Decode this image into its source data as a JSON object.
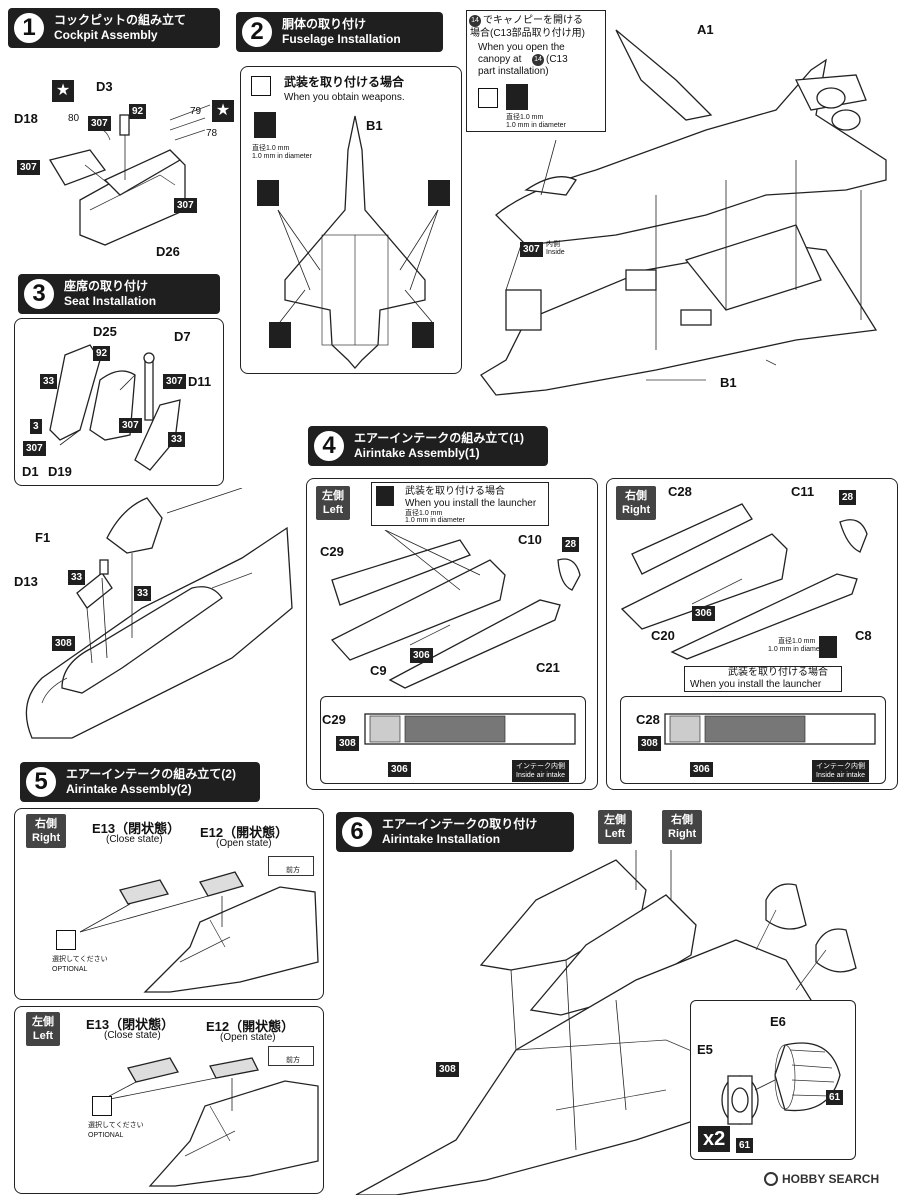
{
  "steps": {
    "s1": {
      "num": "1",
      "jp": "コックピットの組み立て",
      "en": "Cockpit Assembly"
    },
    "s2": {
      "num": "2",
      "jp": "胴体の取り付け",
      "en": "Fuselage Installation"
    },
    "s3": {
      "num": "3",
      "jp": "座席の取り付け",
      "en": "Seat Installation"
    },
    "s4": {
      "num": "4",
      "jp": "エアーインテークの組み立て(1)",
      "en": "Airintake Assembly(1)"
    },
    "s5": {
      "num": "5",
      "jp": "エアーインテークの組み立て(2)",
      "en": "Airintake Assembly(2)"
    },
    "s6": {
      "num": "6",
      "jp": "エアーインテークの取り付け",
      "en": "Airintake Installation"
    }
  },
  "s1": {
    "parts": {
      "d3": "D3",
      "d18": "D18",
      "d26": "D26"
    },
    "decals": {
      "n80": "80",
      "n79": "79",
      "n78": "78"
    },
    "paints": {
      "c92": "92",
      "c307a": "307",
      "c307b": "307",
      "c307c": "307"
    }
  },
  "s2": {
    "weapons_jp": "武装を取り付ける場合",
    "weapons_en": "When you obtain weapons.",
    "drill_jp": "直径1.0 mm",
    "drill_en": "1.0 mm in diameter",
    "part_b1": "B1"
  },
  "canopy": {
    "num": "14",
    "jp1": "でキャノピーを開ける",
    "jp2": "場合(C13部品取り付け用)",
    "en1": "When you open the",
    "en2a": "canopy at",
    "en2b": "(C13",
    "en3": "part installation)",
    "drill_jp": "直径1.0 mm",
    "drill_en": "1.0 mm in diameter"
  },
  "fuselage": {
    "a1": "A1",
    "b1": "B1",
    "paint": "307",
    "inside_jp": "内側",
    "inside_en": "Inside"
  },
  "s3": {
    "parts": {
      "d25": "D25",
      "d7": "D7",
      "d11": "D11",
      "d1": "D1",
      "d19": "D19"
    },
    "paints": {
      "c33a": "33",
      "c92": "92",
      "c307a": "307",
      "c307b": "307",
      "c3": "3",
      "c307c": "307",
      "c33b": "33"
    }
  },
  "cockpit_install": {
    "parts": {
      "f1": "F1",
      "d13": "D13"
    },
    "paints": {
      "c33a": "33",
      "c33b": "33",
      "c308": "308"
    }
  },
  "s4": {
    "left": {
      "tag_jp": "左側",
      "tag_en": "Left",
      "launcher_jp": "武装を取り付ける場合",
      "launcher_en": "When you install the launcher",
      "drill_jp": "直径1.0 mm",
      "drill_en": "1.0 mm in diameter",
      "c29": "C29",
      "c10": "C10",
      "c9": "C9",
      "c21": "C21",
      "paint28": "28",
      "paint306": "306",
      "c29b": "C29",
      "paint308": "308",
      "paint306b": "306",
      "inside_jp": "インテーク内側",
      "inside_en": "Inside air intake"
    },
    "right": {
      "tag_jp": "右側",
      "tag_en": "Right",
      "c28": "C28",
      "c11": "C11",
      "c20": "C20",
      "c8": "C8",
      "paint28": "28",
      "paint306": "306",
      "drill_jp": "直径1.0 mm",
      "drill_en": "1.0 mm in diameter",
      "launcher_jp": "武装を取り付ける場合",
      "launcher_en": "When you install the launcher",
      "c28b": "C28",
      "paint308": "308",
      "paint306b": "306",
      "inside_jp": "インテーク内側",
      "inside_en": "Inside air intake"
    }
  },
  "s5": {
    "right": {
      "tag_jp": "右側",
      "tag_en": "Right",
      "e13": "E13（閉状態）",
      "e13_en": "(Close state)",
      "e12": "E12（開状態）",
      "e12_en": "(Open state)",
      "opt_jp": "選択してください",
      "opt_en": "OPTIONAL",
      "front": "前方"
    },
    "left": {
      "tag_jp": "左側",
      "tag_en": "Left",
      "e13": "E13（閉状態）",
      "e13_en": "(Close state)",
      "e12": "E12（開状態）",
      "e12_en": "(Open state)",
      "opt_jp": "選択してください",
      "opt_en": "OPTIONAL",
      "front": "前方"
    }
  },
  "s6": {
    "left_jp": "左側",
    "left_en": "Left",
    "right_jp": "右側",
    "right_en": "Right",
    "paint308": "308",
    "e6": "E6",
    "e5": "E5",
    "paint61a": "61",
    "paint61b": "61",
    "x2": "x2"
  },
  "watermark": "HOBBY SEARCH"
}
